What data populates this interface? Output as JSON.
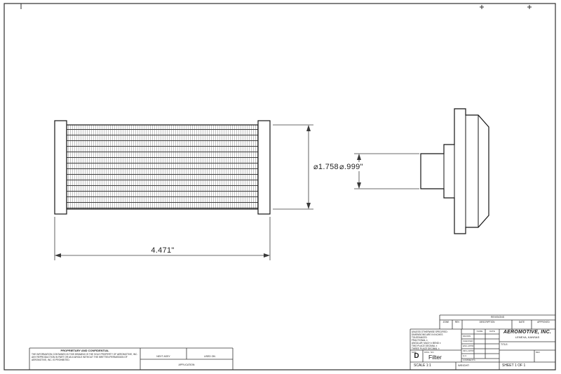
{
  "drawing": {
    "company": "AEROMOTIVE, INC.",
    "company_location": "LENEXA, KANSAS",
    "title": "Filter",
    "size": "D",
    "scale": "SCALE 1:1",
    "weight": "WEIGHT:",
    "sheet": "SHEET 1 OF 1"
  },
  "dimensions": {
    "overall_length": "4.471\"",
    "element_diameter": "⌀1.758\"",
    "port_diameter": "⌀.999\""
  },
  "title_block": {
    "revisions_label": "REVISIONS",
    "revision_columns": [
      "ZONE",
      "REV",
      "DESCRIPTION",
      "DATE",
      "APPROVED"
    ],
    "tolerance_notes": [
      "UNLESS OTHERWISE SPECIFIED:",
      "DIMENSIONS ARE IN INCHES",
      "TOLERANCES:",
      "FRACTIONAL ±",
      "ANGULAR: MACH ±  BEND ±",
      "TWO PLACE DECIMAL ±",
      "THREE PLACE DECIMAL ±"
    ],
    "name_col": "NAME",
    "date_col": "DATE",
    "approval_rows": [
      "DRAWN",
      "CHECKED",
      "ENG APPR.",
      "MFG APPR.",
      "Q.A.",
      "COMMENTS:"
    ],
    "title_label": "TITLE:",
    "size_label": "SIZE",
    "dwg_no_label": "DWG. NO.",
    "rev_label": "REV"
  },
  "footer": {
    "proprietary_heading": "PROPRIETARY AND CONFIDENTIAL",
    "proprietary_body": "THE INFORMATION CONTAINED IN THIS DRAWING IS THE SOLE PROPERTY OF AEROMOTIVE, INC. ANY REPRODUCTION IN PART OR AS A WHOLE WITHOUT THE WRITTEN PERMISSION OF AEROMOTIVE, INC. IS PROHIBITED.",
    "next_assy": "NEXT ASSY",
    "used_on": "USED ON",
    "application": "APPLICATION"
  }
}
